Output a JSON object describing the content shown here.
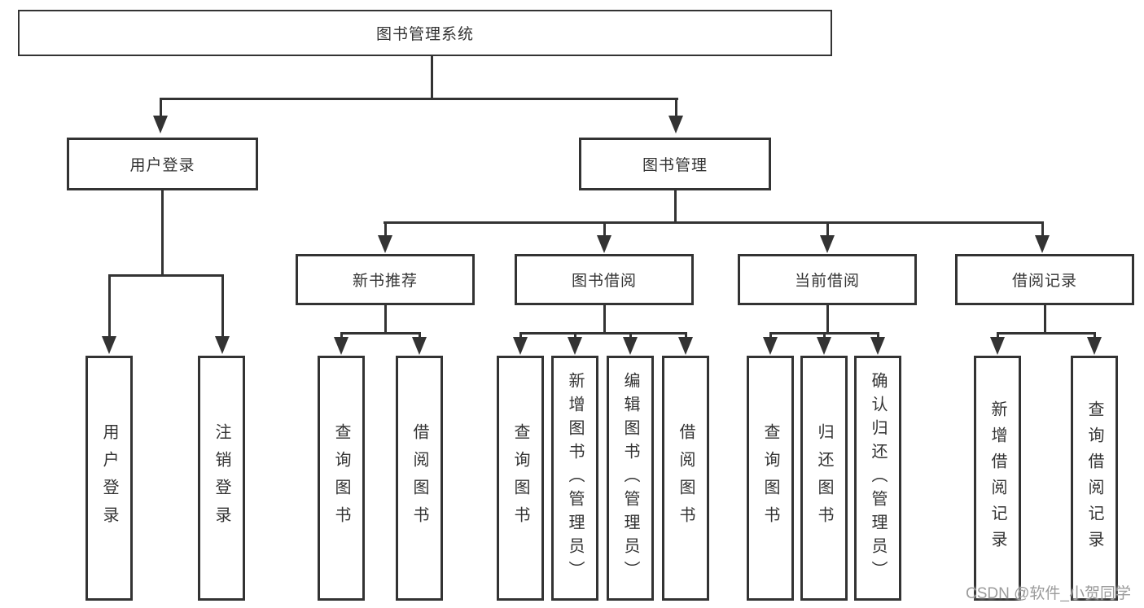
{
  "colors": {
    "line": "#333333",
    "text": "#333333",
    "watermark": "#9b9b9b",
    "background": "#ffffff"
  },
  "nodes": {
    "root": "图书管理系统",
    "user_login": "用户登录",
    "book_management": "图书管理",
    "new_book_recommend": "新书推荐",
    "book_borrow": "图书借阅",
    "current_borrow": "当前借阅",
    "borrow_records": "借阅记录"
  },
  "leaves": [
    "用户登录",
    "注销登录",
    "查询图书",
    "借阅图书",
    "查询图书",
    "新增图书（管理员）",
    "编辑图书（管理员）",
    "借阅图书",
    "查询图书",
    "归还图书",
    "确认归还（管理员）",
    "新增借阅记录",
    "查询借阅记录"
  ],
  "watermark": "CSDN @软件_小贺同学"
}
